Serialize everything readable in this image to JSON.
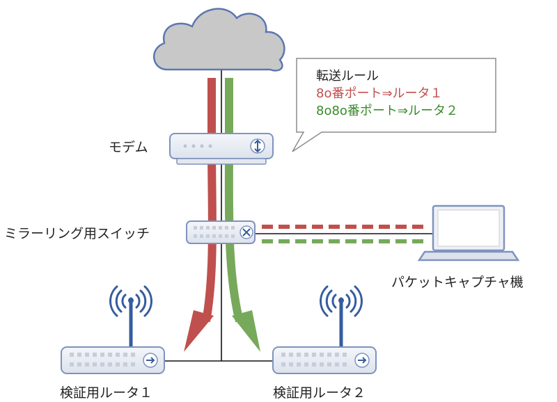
{
  "labels": {
    "modem": "モデム",
    "mirror_switch": "ミラーリング用スイッチ",
    "capture_pc": "パケットキャプチャ機",
    "router1": "検証用ルータ１",
    "router2": "検証用ルータ２"
  },
  "callout": {
    "title": "転送ルール",
    "rule1": "8o番ポート⇒ルータ１",
    "rule2": "8o8o番ポート⇒ルータ２"
  },
  "colors": {
    "rule1": "#c0504d",
    "rule2": "#77a95a",
    "device_outline": "#7f93bd",
    "device_fill": "#eef0f5",
    "cloud_fill": "#c8c8c8",
    "cloud_outline": "#5b77b0",
    "title_text": "#222222"
  },
  "icons": {
    "cloud": "cloud-icon",
    "modem": "modem-icon",
    "switch": "switch-icon",
    "laptop": "laptop-icon",
    "router": "router-icon"
  }
}
